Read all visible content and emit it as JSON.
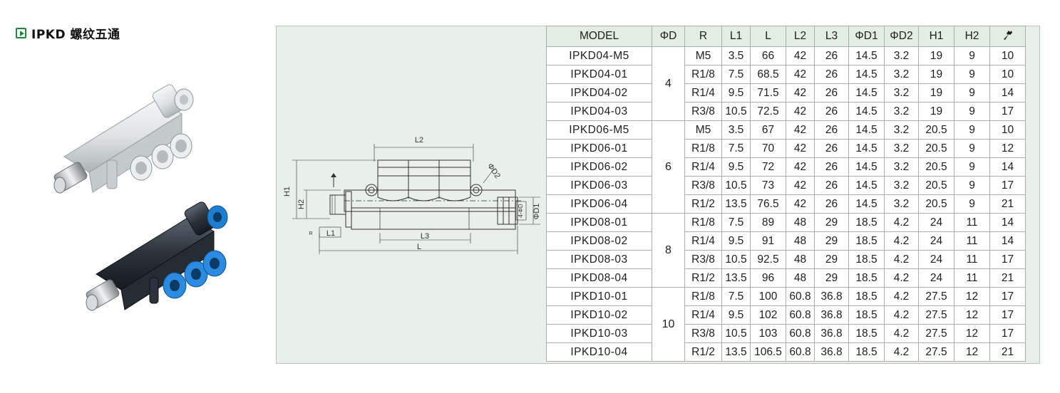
{
  "title": "IPKD 螺纹五通",
  "drawing_labels": {
    "l2": "L2",
    "l3": "L3",
    "l1": "L1",
    "l": "L",
    "h1": "H1",
    "h2": "H2",
    "r": "R",
    "phid2": "ΦD2",
    "phid1": "ΦD1",
    "phid": "4-ΦD"
  },
  "table": {
    "headers": [
      "MODEL",
      "ΦD",
      "R",
      "L1",
      "L",
      "L2",
      "L3",
      "ΦD1",
      "ΦD2",
      "H1",
      "H2",
      "wrench-icon"
    ],
    "groups": [
      {
        "od": "4",
        "rows": [
          [
            "IPKD04-M5",
            "M5",
            "3.5",
            "66",
            "42",
            "26",
            "14.5",
            "3.2",
            "19",
            "9",
            "10"
          ],
          [
            "IPKD04-01",
            "R1/8",
            "7.5",
            "68.5",
            "42",
            "26",
            "14.5",
            "3.2",
            "19",
            "9",
            "10"
          ],
          [
            "IPKD04-02",
            "R1/4",
            "9.5",
            "71.5",
            "42",
            "26",
            "14.5",
            "3.2",
            "19",
            "9",
            "14"
          ],
          [
            "IPKD04-03",
            "R3/8",
            "10.5",
            "72.5",
            "42",
            "26",
            "14.5",
            "3.2",
            "19",
            "9",
            "17"
          ]
        ]
      },
      {
        "od": "6",
        "rows": [
          [
            "IPKD06-M5",
            "M5",
            "3.5",
            "67",
            "42",
            "26",
            "14.5",
            "3.2",
            "20.5",
            "9",
            "10"
          ],
          [
            "IPKD06-01",
            "R1/8",
            "7.5",
            "70",
            "42",
            "26",
            "14.5",
            "3.2",
            "20.5",
            "9",
            "12"
          ],
          [
            "IPKD06-02",
            "R1/4",
            "9.5",
            "72",
            "42",
            "26",
            "14.5",
            "3.2",
            "20.5",
            "9",
            "14"
          ],
          [
            "IPKD06-03",
            "R3/8",
            "10.5",
            "73",
            "42",
            "26",
            "14.5",
            "3.2",
            "20.5",
            "9",
            "17"
          ],
          [
            "IPKD06-04",
            "R1/2",
            "13.5",
            "76.5",
            "42",
            "26",
            "14.5",
            "3.2",
            "20.5",
            "9",
            "21"
          ]
        ]
      },
      {
        "od": "8",
        "rows": [
          [
            "IPKD08-01",
            "R1/8",
            "7.5",
            "89",
            "48",
            "29",
            "18.5",
            "4.2",
            "24",
            "11",
            "14"
          ],
          [
            "IPKD08-02",
            "R1/4",
            "9.5",
            "91",
            "48",
            "29",
            "18.5",
            "4.2",
            "24",
            "11",
            "14"
          ],
          [
            "IPKD08-03",
            "R3/8",
            "10.5",
            "92.5",
            "48",
            "29",
            "18.5",
            "4.2",
            "24",
            "11",
            "17"
          ],
          [
            "IPKD08-04",
            "R1/2",
            "13.5",
            "96",
            "48",
            "29",
            "18.5",
            "4.2",
            "24",
            "11",
            "21"
          ]
        ]
      },
      {
        "od": "10",
        "rows": [
          [
            "IPKD10-01",
            "R1/8",
            "7.5",
            "100",
            "60.8",
            "36.8",
            "18.5",
            "4.2",
            "27.5",
            "12",
            "17"
          ],
          [
            "IPKD10-02",
            "R1/4",
            "9.5",
            "102",
            "60.8",
            "36.8",
            "18.5",
            "4.2",
            "27.5",
            "12",
            "17"
          ],
          [
            "IPKD10-03",
            "R3/8",
            "10.5",
            "103",
            "60.8",
            "36.8",
            "18.5",
            "4.2",
            "27.5",
            "12",
            "17"
          ],
          [
            "IPKD10-04",
            "R1/2",
            "13.5",
            "106.5",
            "60.8",
            "36.8",
            "18.5",
            "4.2",
            "27.5",
            "12",
            "21"
          ]
        ]
      }
    ]
  }
}
